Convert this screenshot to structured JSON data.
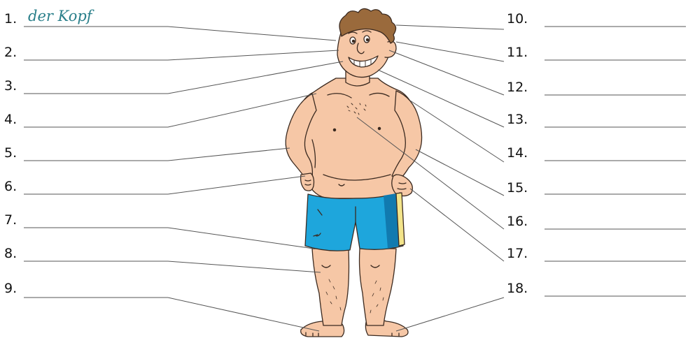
{
  "left_labels": [
    "1.",
    "2.",
    "3.",
    "4.",
    "5.",
    "6.",
    "7.",
    "8.",
    "9."
  ],
  "right_labels": [
    "10.",
    "11.",
    "12.",
    "13.",
    "14.",
    "15.",
    "16.",
    "17.",
    "18."
  ],
  "answers": {
    "item_1": "der Kopf"
  },
  "colors": {
    "skin": "#f6c7a6",
    "skin_shadow": "#e9a985",
    "shorts": "#1ea6dc",
    "shorts_dark": "#117aaf",
    "stripe": "#f3e48a",
    "hair": "#9a6a3c",
    "answer": "#2a7f8a"
  }
}
